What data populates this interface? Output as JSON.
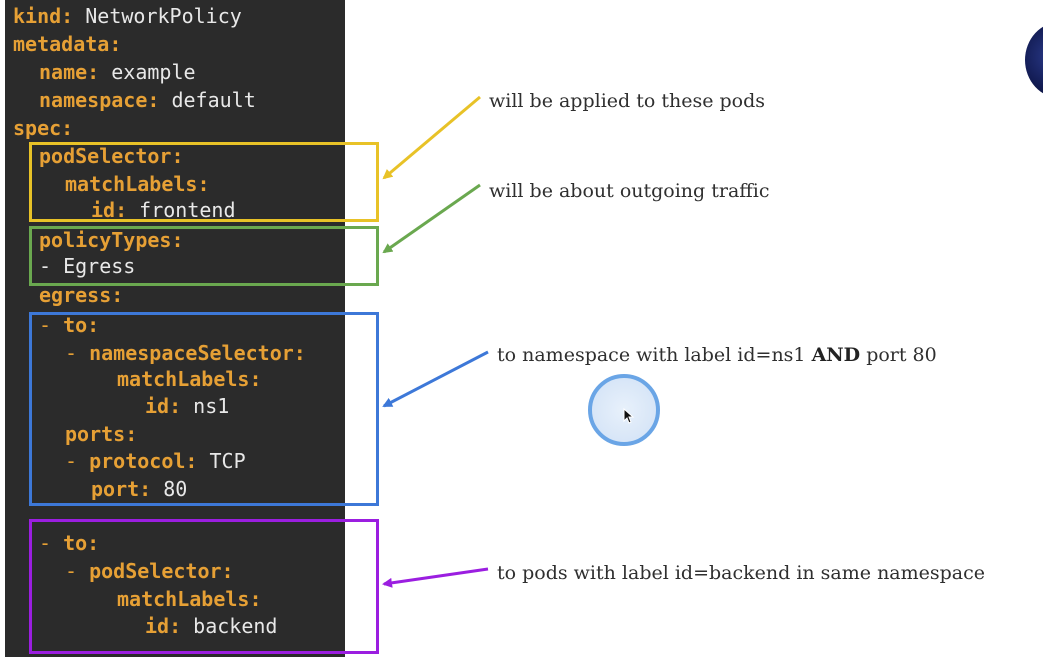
{
  "code": {
    "line1": {
      "key": "kind:",
      "value": " NetworkPolicy"
    },
    "line2": {
      "key": "metadata:"
    },
    "line3": {
      "key": "name:",
      "value": " example"
    },
    "line4": {
      "key": "namespace:",
      "value": " default"
    },
    "line5": {
      "key": "spec:"
    },
    "line6": {
      "key": "podSelector:"
    },
    "line7": {
      "key": "matchLabels:"
    },
    "line8": {
      "key": "id:",
      "value": " frontend"
    },
    "line9": {
      "key": "policyTypes:"
    },
    "line10": {
      "dash": "- ",
      "value": "Egress"
    },
    "line11": {
      "key": "egress:"
    },
    "line12": {
      "dash": "- ",
      "key": "to:"
    },
    "line13": {
      "dash": "- ",
      "key": "namespaceSelector:"
    },
    "line14": {
      "key": "matchLabels:"
    },
    "line15": {
      "key": "id:",
      "value": " ns1"
    },
    "line16": {
      "key": "ports:"
    },
    "line17": {
      "dash": "- ",
      "key": "protocol:",
      "value": " TCP"
    },
    "line18": {
      "key": "port:",
      "value": " 80"
    },
    "line19": {
      "dash": "- ",
      "key": "to:"
    },
    "line20": {
      "dash": "- ",
      "key": "podSelector:"
    },
    "line21": {
      "key": "matchLabels:"
    },
    "line22": {
      "key": "id:",
      "value": " backend"
    }
  },
  "annotations": {
    "a1": "will be applied to these pods",
    "a2": "will be about outgoing traffic",
    "a3_pre": "to namespace with label id=ns1 ",
    "a3_bold": "AND",
    "a3_post": " port 80",
    "a4": "to pods with label id=backend in same namespace"
  },
  "colors": {
    "yellow": "#e8c227",
    "green": "#6aa84f",
    "blue": "#3d78d8",
    "purple": "#9b1ee0",
    "code_key": "#e6a035",
    "code_bg": "#2b2b2b"
  },
  "icons": {
    "cursor": "mouse-cursor-icon",
    "avatar": "presenter-avatar"
  }
}
